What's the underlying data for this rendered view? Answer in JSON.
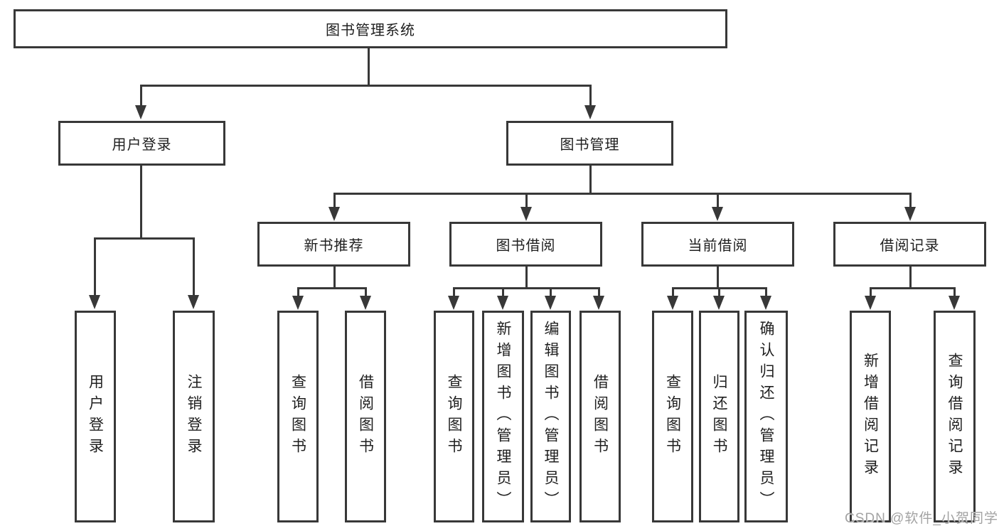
{
  "colors": {
    "line": "#383838",
    "text": "#1f1f1f",
    "watermark_text": "#a3a3a3",
    "background": "#ffffff"
  },
  "nodes": {
    "root": "图书管理系统",
    "user_login": "用户登录",
    "book_mgmt": "图书管理",
    "new_book_rec": "新书推荐",
    "book_borrow": "图书借阅",
    "current_borrow": "当前借阅",
    "borrow_record": "借阅记录"
  },
  "leaves": {
    "leaf_user_login": "用户登录",
    "leaf_logout": "注销登录",
    "leaf_rec_query": "查询图书",
    "leaf_rec_borrow": "借阅图书",
    "leaf_bb_query": "查询图书",
    "leaf_bb_add": "新增图书（管理员）",
    "leaf_bb_edit": "编辑图书（管理员）",
    "leaf_bb_borrow": "借阅图书",
    "leaf_cb_query": "查询图书",
    "leaf_cb_return": "归还图书",
    "leaf_cb_confirm": "确认归还（管理员）",
    "leaf_br_add": "新增借阅记录",
    "leaf_br_query": "查询借阅记录"
  },
  "watermark": "CSDN @软件_小贺同学"
}
